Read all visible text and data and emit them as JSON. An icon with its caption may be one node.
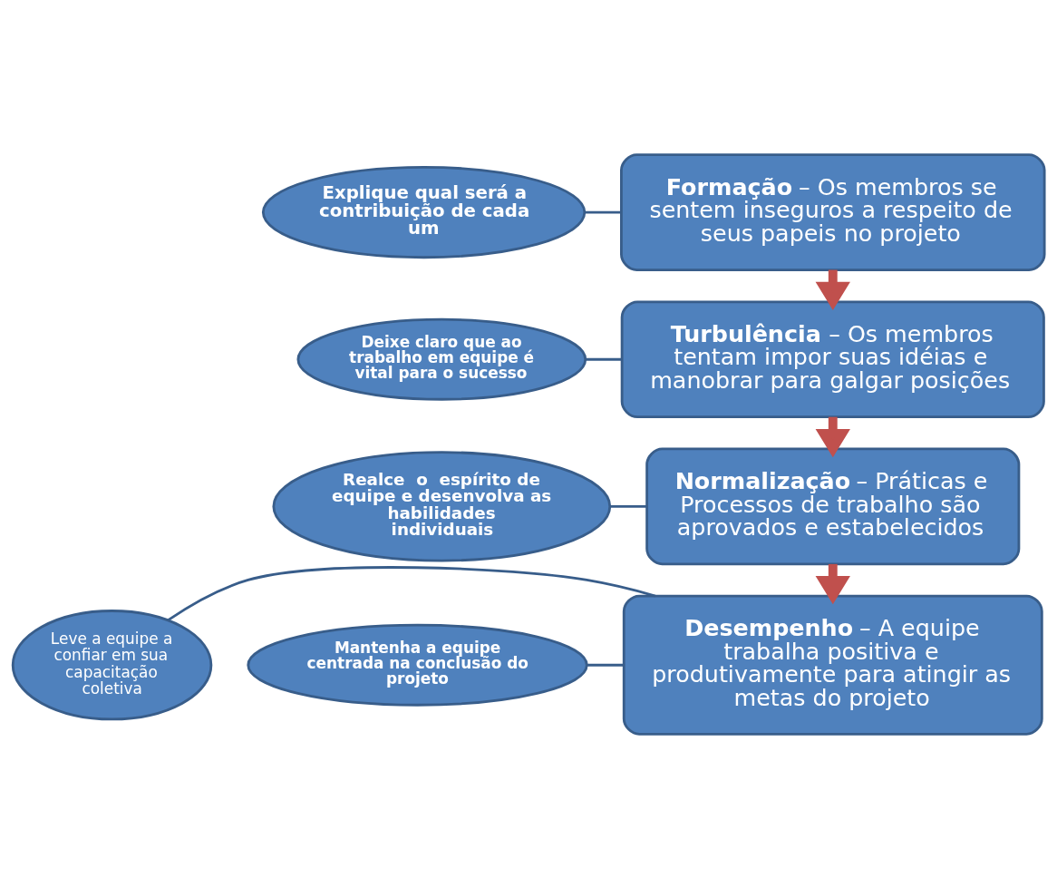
{
  "diagram": {
    "nodes": [
      {
        "text": [
          "**Formação** – Os membros se sentem inseguros a respeito de seus papeis no projeto"
        ]
      },
      {
        "text": [
          "Explique qual será a contribuição de cada um"
        ]
      },
      {
        "text": [
          "**Turbulência** – Os membros tentam impor suas idéias e manobrar para galgar posições"
        ]
      },
      {
        "text": [
          "Deixe claro que ao trabalho em equipe é vital para o sucesso"
        ]
      },
      {
        "text": [
          "**Normalização** – Práticas e Processos de trabalho são aprovados e estabelecidos"
        ]
      },
      {
        "text": [
          "Realce  o  espírito de equipe e desenvolva as habilidades individuais"
        ]
      },
      {
        "text": [
          "Leve a equipe a confiar em sua capacitação coletiva"
        ]
      },
      {
        "text": [
          "**Desempenho** – A equipe trabalha positiva e produtivamente para atingir as metas do projeto"
        ]
      },
      {
        "text": [
          "Mantenha a equipe centrada na conclusão do projeto"
        ]
      }
    ],
    "edges": [
      {
        "from": 1,
        "to": 0,
        "arrow": "none"
      },
      {
        "from": 0,
        "to": 2,
        "arrow": "to",
        "style": "thick",
        "color": "#c0504d"
      },
      {
        "from": 3,
        "to": 2,
        "arrow": "none"
      },
      {
        "from": 2,
        "to": 4,
        "arrow": "to",
        "style": "thick",
        "color": "#c0504d"
      },
      {
        "from": 5,
        "to": 4,
        "arrow": "none"
      },
      {
        "from": 4,
        "to": 7,
        "arrow": "to",
        "style": "thick",
        "color": "#c0504d"
      },
      {
        "from": 6,
        "to": 7,
        "arrow": "none"
      },
      {
        "from": 8,
        "to": 7,
        "arrow": "none"
      }
    ]
  }
}
